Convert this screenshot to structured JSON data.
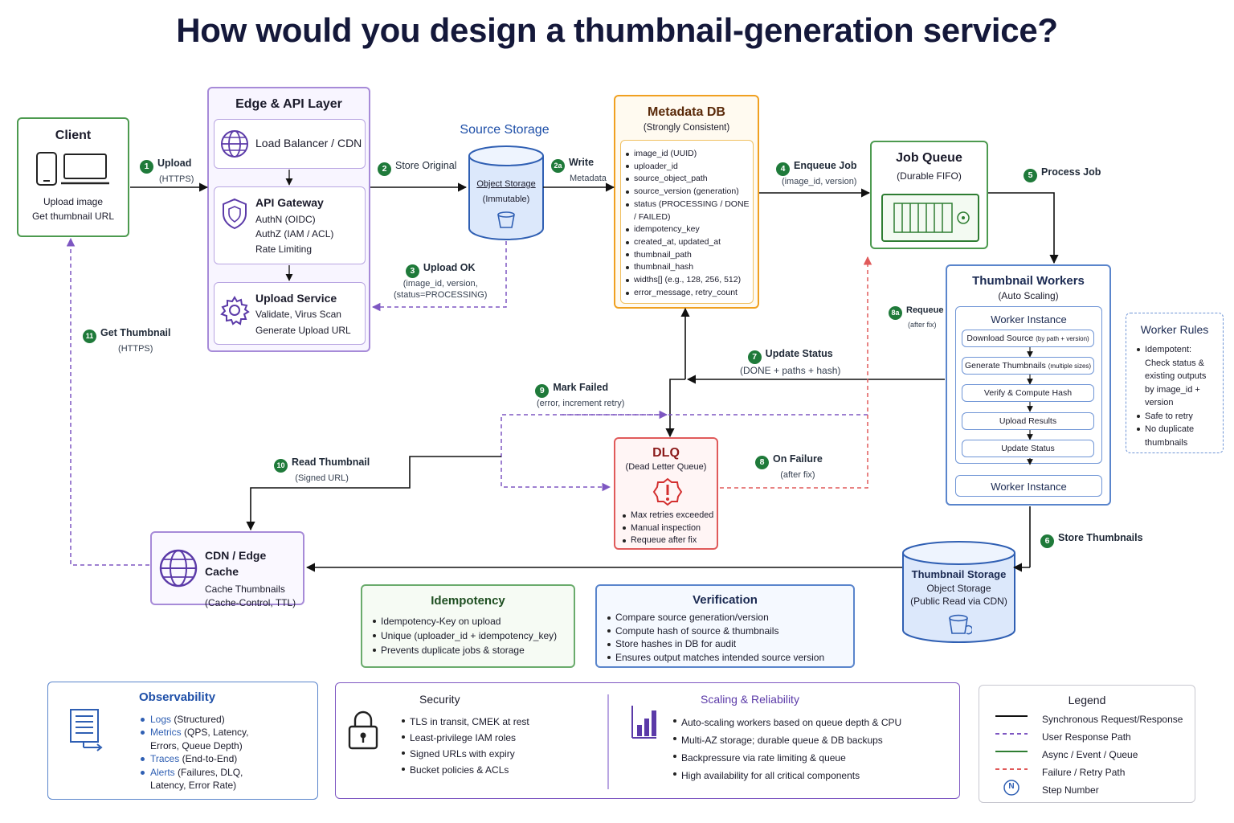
{
  "title": "How would you design a thumbnail-generation service?",
  "client": {
    "title": "Client",
    "desc1": "Upload image",
    "desc2": "Get thumbnail URL"
  },
  "edge": {
    "title": "Edge & API Layer",
    "lb": "Load Balancer / CDN",
    "gateway": {
      "title": "API Gateway",
      "lines": [
        "AuthN (OIDC)",
        "AuthZ (IAM / ACL)",
        "Rate Limiting"
      ]
    },
    "upload": {
      "title": "Upload Service",
      "lines": [
        "Validate, Virus Scan",
        "Generate Upload URL"
      ]
    }
  },
  "source": {
    "title": "Source Storage",
    "label1": "Object Storage",
    "label2": "(Immutable)"
  },
  "meta": {
    "title": "Metadata DB",
    "subtitle": "(Strongly Consistent)",
    "fields": [
      "image_id (UUID)",
      "uploader_id",
      "source_object_path",
      "source_version (generation)",
      "status (PROCESSING / DONE / FAILED)",
      "idempotency_key",
      "created_at, updated_at",
      "thumbnail_path",
      "thumbnail_hash",
      "widths[] (e.g., 128, 256, 512)",
      "error_message, retry_count"
    ]
  },
  "queue": {
    "title": "Job Queue",
    "subtitle": "(Durable FIFO)"
  },
  "workers": {
    "title": "Thumbnail Workers",
    "subtitle": "(Auto Scaling)",
    "instance_title": "Worker Instance",
    "steps": [
      {
        "main": "Download Source",
        "small": "(by path + version)"
      },
      {
        "main": "Generate Thumbnails",
        "small": "(multiple sizes)"
      },
      {
        "main": "Verify & Compute Hash",
        "small": ""
      },
      {
        "main": "Upload Results",
        "small": ""
      },
      {
        "main": "Update Status",
        "small": ""
      }
    ],
    "instance2": "Worker Instance"
  },
  "rules": {
    "title": "Worker Rules",
    "items": [
      "Idempotent: Check status & existing outputs by image_id + version",
      "Safe to retry",
      "No duplicate thumbnails"
    ]
  },
  "dlq": {
    "title": "DLQ",
    "subtitle": "(Dead Letter Queue)",
    "items": [
      "Max retries exceeded",
      "Manual inspection",
      "Requeue after fix"
    ]
  },
  "cdn": {
    "title": "CDN / Edge Cache",
    "line1": "Cache Thumbnails",
    "line2": "(Cache-Control, TTL)"
  },
  "thumbstore": {
    "title": "Thumbnail Storage",
    "line1": "Object Storage",
    "line2": "(Public Read via CDN)"
  },
  "idem": {
    "title": "Idempotency",
    "items": [
      "Idempotency-Key on upload",
      "Unique (uploader_id + idempotency_key)",
      "Prevents duplicate jobs & storage"
    ]
  },
  "verif": {
    "title": "Verification",
    "items": [
      "Compare source generation/version",
      "Compute hash of source & thumbnails",
      "Store hashes in DB for audit",
      "Ensures output matches intended source version"
    ]
  },
  "obs": {
    "title": "Observability",
    "items": [
      {
        "key": "Logs",
        "rest": " (Structured)"
      },
      {
        "key": "Metrics",
        "rest": " (QPS, Latency, Errors, Queue Depth)"
      },
      {
        "key": "Traces",
        "rest": " (End-to-End)"
      },
      {
        "key": "Alerts",
        "rest": " (Failures, DLQ, Latency, Error Rate)"
      }
    ]
  },
  "security": {
    "title": "Security",
    "items": [
      "TLS in transit, CMEK at rest",
      "Least-privilege IAM roles",
      "Signed URLs with expiry",
      "Bucket policies & ACLs"
    ]
  },
  "scaling": {
    "title": "Scaling & Reliability",
    "items": [
      "Auto-scaling workers based on queue depth & CPU",
      "Multi-AZ storage; durable queue & DB backups",
      "Backpressure via rate limiting & queue",
      "High availability for all critical components"
    ]
  },
  "legend": {
    "title": "Legend",
    "items": [
      "Synchronous Request/Response",
      "User Response Path",
      "Async / Event / Queue",
      "Failure / Retry Path",
      "Step Number"
    ],
    "step_symbol": "N"
  },
  "steps": {
    "s1": {
      "n": "1",
      "label": "Upload",
      "sub": "(HTTPS)"
    },
    "s2": {
      "n": "2",
      "label": "Store Original"
    },
    "s2a": {
      "n": "2a",
      "label": "Write",
      "sub": "Metadata"
    },
    "s3": {
      "n": "3",
      "label": "Upload OK",
      "sub1": "(image_id, version,",
      "sub2": "(status=PROCESSING)"
    },
    "s4": {
      "n": "4",
      "label": "Enqueue Job",
      "sub": "(image_id, version)"
    },
    "s5": {
      "n": "5",
      "label": "Process Job"
    },
    "s6": {
      "n": "6",
      "label": "Store Thumbnails"
    },
    "s7": {
      "n": "7",
      "label": "Update Status",
      "sub": "(DONE + paths + hash)"
    },
    "s8": {
      "n": "8",
      "label": "On Failure",
      "sub": "(after fix)"
    },
    "s8a": {
      "n": "8a",
      "label": "Requeue",
      "sub": "(after fix)"
    },
    "s9": {
      "n": "9",
      "label": "Mark Failed",
      "sub": "(error, increment retry)"
    },
    "s10": {
      "n": "10",
      "label": "Read Thumbnail",
      "sub": "(Signed URL)"
    },
    "s11": {
      "n": "11",
      "label": "Get Thumbnail",
      "sub": "(HTTPS)"
    }
  },
  "colors": {
    "green": "#2e7d32",
    "purple": "#7e57c2",
    "blue": "#3f6fc4",
    "orange": "#f0a020",
    "red": "#e05a5a",
    "step": "#1f7a3a"
  }
}
